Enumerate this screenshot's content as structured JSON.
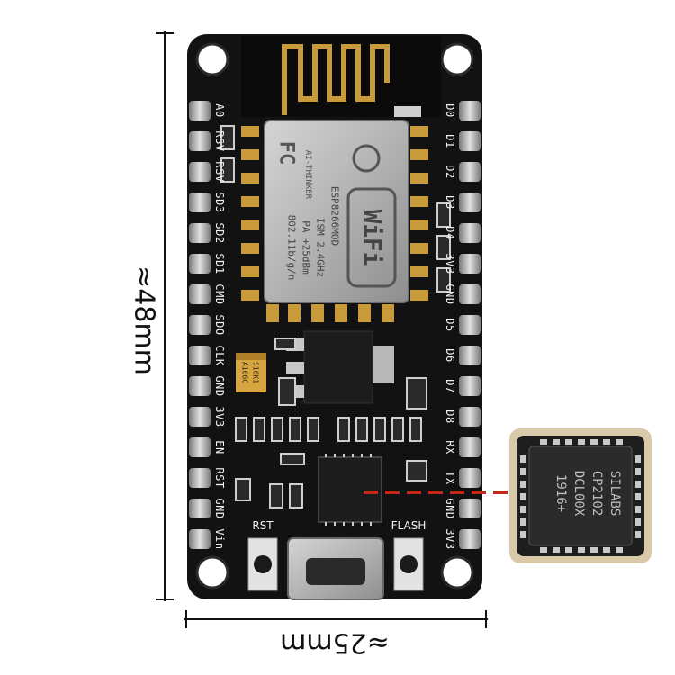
{
  "dimensions": {
    "height_label": "≈48mm",
    "width_label": "≈25mm"
  },
  "board": {
    "color": "#121212",
    "left_pins": [
      "A0",
      "RSV",
      "RSV",
      "SD3",
      "SD2",
      "SD1",
      "CMD",
      "SDO",
      "CLK",
      "GND",
      "3V3",
      "EN",
      "RST",
      "GND",
      "Vin"
    ],
    "right_pins": [
      "D0",
      "D1",
      "D2",
      "D3",
      "D4",
      "3V3",
      "GND",
      "D5",
      "D6",
      "D7",
      "D8",
      "RX",
      "TX",
      "GND",
      "3V3"
    ],
    "buttons": {
      "rst_label": "RST",
      "flash_label": "FLASH"
    }
  },
  "module": {
    "chip_lines": [
      "ESP8266MOD",
      "ISM 2.4GHz",
      "PA +25dBm",
      "802.11b/g/n"
    ],
    "fcc_mark": "FC",
    "vendor_mark": "AI-THINKER",
    "wifi_mark": "WiFi"
  },
  "capacitor": {
    "lines": [
      "A106C",
      "S16K1"
    ],
    "color": "#d6a640"
  },
  "zoom_chip": {
    "lines": [
      "SILABS",
      "CP2102",
      "DCL00X",
      "1916+"
    ]
  },
  "colors": {
    "module_shield": "#bdbdbd",
    "pad_gold": "#c99a3a",
    "header_silver": "#a8a8a8",
    "pointer": "#c4281c"
  }
}
